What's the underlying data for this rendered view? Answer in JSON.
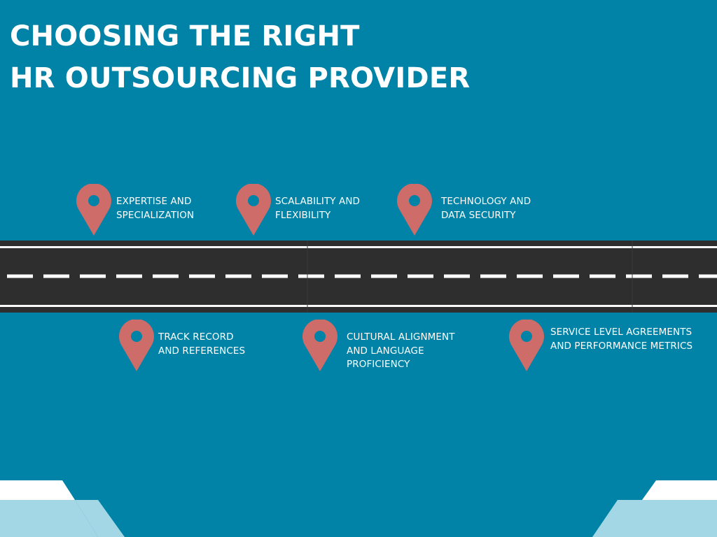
{
  "title": {
    "line1": "CHOOSING THE RIGHT",
    "line2": "HR OUTSOURCING PROVIDER"
  },
  "colors": {
    "background": "#0083a6",
    "road": "#2e2e2e",
    "pin": "#cd6c69",
    "pin_hole": "#0083a6",
    "corner_light": "#a3d7e5",
    "corner_white": "#ffffff"
  },
  "milestones_top": [
    {
      "line1": "EXPERTISE AND",
      "line2": "SPECIALIZATION",
      "icon": "map-pin-icon"
    },
    {
      "line1": "SCALABILITY AND",
      "line2": "FLEXIBILITY",
      "icon": "map-pin-icon"
    },
    {
      "line1": "TECHNOLOGY AND",
      "line2": "DATA SECURITY",
      "icon": "map-pin-icon"
    }
  ],
  "milestones_bottom": [
    {
      "line1": "TRACK RECORD",
      "line2": "AND REFERENCES",
      "icon": "map-pin-icon"
    },
    {
      "line1": "CULTURAL ALIGNMENT",
      "line2": "AND LANGUAGE",
      "line3": "PROFICIENCY",
      "icon": "map-pin-icon"
    },
    {
      "line1": "SERVICE LEVEL AGREEMENTS",
      "line2": "AND PERFORMANCE METRICS",
      "icon": "map-pin-icon"
    }
  ]
}
